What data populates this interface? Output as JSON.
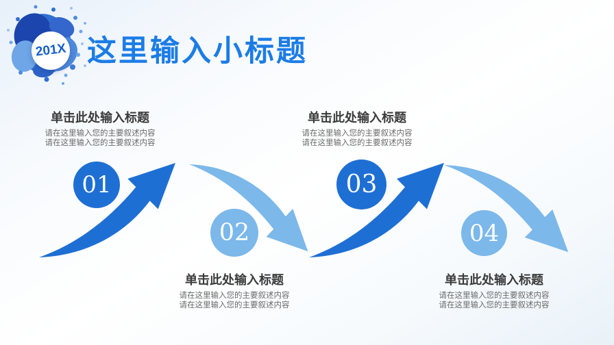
{
  "slide": {
    "logo_year": "201X",
    "title": "这里输入小标题"
  },
  "steps": [
    {
      "number": "01",
      "heading": "单击此处输入标题",
      "line1": "请在这里输入您的主要叙述内容",
      "line2": "请在这里输入您的主要叙述内容",
      "tone": "dark",
      "text_position": "above"
    },
    {
      "number": "02",
      "heading": "单击此处输入标题",
      "line1": "请在这里输入您的主要叙述内容",
      "line2": "请在这里输入您的主要叙述内容",
      "tone": "light",
      "text_position": "below"
    },
    {
      "number": "03",
      "heading": "单击此处输入标题",
      "line1": "请在这里输入您的主要叙述内容",
      "line2": "请在这里输入您的主要叙述内容",
      "tone": "dark",
      "text_position": "above"
    },
    {
      "number": "04",
      "heading": "单击此处输入标题",
      "line1": "请在这里输入您的主要叙述内容",
      "line2": "请在这里输入您的主要叙述内容",
      "tone": "light",
      "text_position": "below"
    }
  ],
  "colors": {
    "title_blue": "#1b7ce6",
    "dark_blue": "#1e6fd4",
    "light_blue": "#7cb8ea",
    "logo_year_blue": "#1760c8",
    "heading_text": "#3b3b3b",
    "body_text": "#6a6a6a"
  }
}
